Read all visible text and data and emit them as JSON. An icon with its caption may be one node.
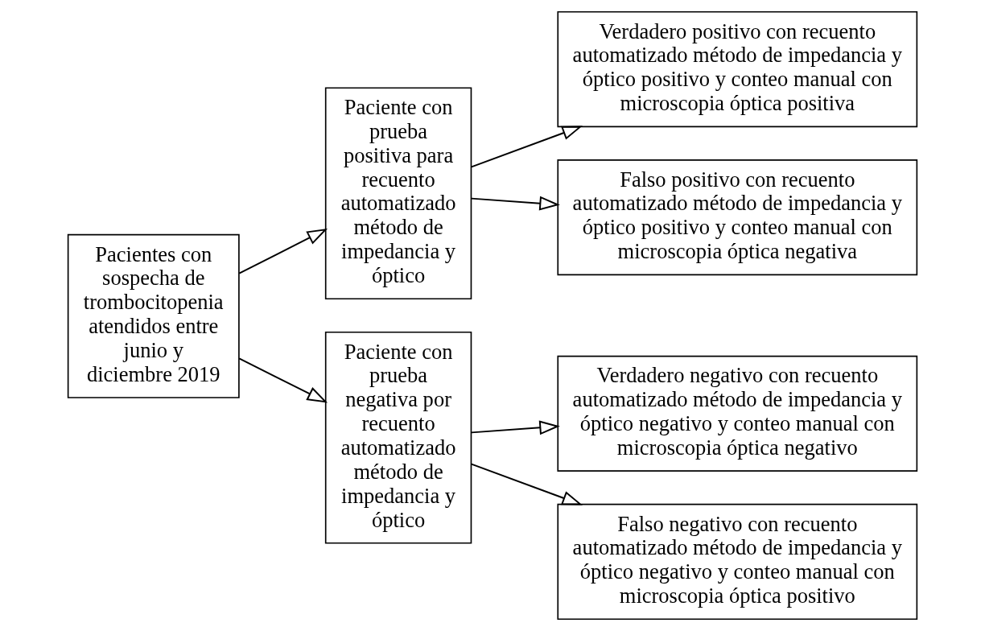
{
  "diagram": {
    "nodes": [
      {
        "text": [
          "Pacientes con sospecha de trombocitopenia atendidos entre junio y diciembre 2019"
        ]
      },
      {
        "text": [
          "Paciente con prueba positiva para recuento automatizado método de impedancia y óptico"
        ]
      },
      {
        "text": [
          "Paciente con prueba negativa por recuento automatizado método de impedancia y óptico"
        ]
      },
      {
        "text": [
          "Verdadero positivo con recuento automatizado método de impedancia y óptico positivo y conteo manual con microscopia óptica positiva"
        ]
      },
      {
        "text": [
          "Falso positivo con recuento automatizado método de impedancia y óptico positivo y conteo manual con microscopia óptica negativa"
        ]
      },
      {
        "text": [
          "Verdadero negativo con recuento automatizado método de impedancia y óptico negativo y conteo manual con microscopia óptica negativo"
        ]
      },
      {
        "text": [
          "Falso negativo con recuento automatizado método de impedancia y óptico negativo y conteo manual con microscopia óptica positivo"
        ]
      }
    ],
    "edges": [
      {
        "from": 0,
        "to": 1,
        "arrow": "to"
      },
      {
        "from": 0,
        "to": 2,
        "arrow": "to"
      },
      {
        "from": 1,
        "to": 3,
        "arrow": "to"
      },
      {
        "from": 1,
        "to": 4,
        "arrow": "to"
      },
      {
        "from": 2,
        "to": 5,
        "arrow": "to"
      },
      {
        "from": 2,
        "to": 6,
        "arrow": "to"
      }
    ]
  }
}
